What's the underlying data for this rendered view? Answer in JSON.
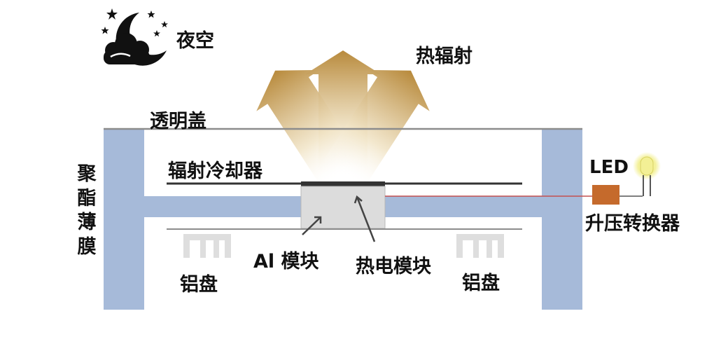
{
  "labels": {
    "night_sky": "夜空",
    "thermal_radiation": "热辐射",
    "transparent_cover": "透明盖",
    "radiative_cooler": "辐射冷却器",
    "polyester_film": [
      "聚",
      "酯",
      "薄",
      "膜"
    ],
    "led": "LED",
    "boost_converter": "升压转换器",
    "al_module": "Al 模块",
    "thermoelectric_module": "热电模块",
    "aluminum_tray_left": "铝盘",
    "aluminum_tray_right": "铝盘"
  },
  "icons": [
    "moon-cloud-icon",
    "star-icon",
    "led-icon",
    "up-arrow-icon"
  ],
  "colors": {
    "frame": "#a6bad9",
    "frame_edge": "#8aa0c4",
    "cooler_plate": "#333333",
    "module": "#dcdcdc",
    "arrow_gold": "#b88a3c",
    "converter": "#c56a2c",
    "wire": "#c45050",
    "led_glow": "#f3f095",
    "tray": "#dedede",
    "night": "#111111"
  }
}
